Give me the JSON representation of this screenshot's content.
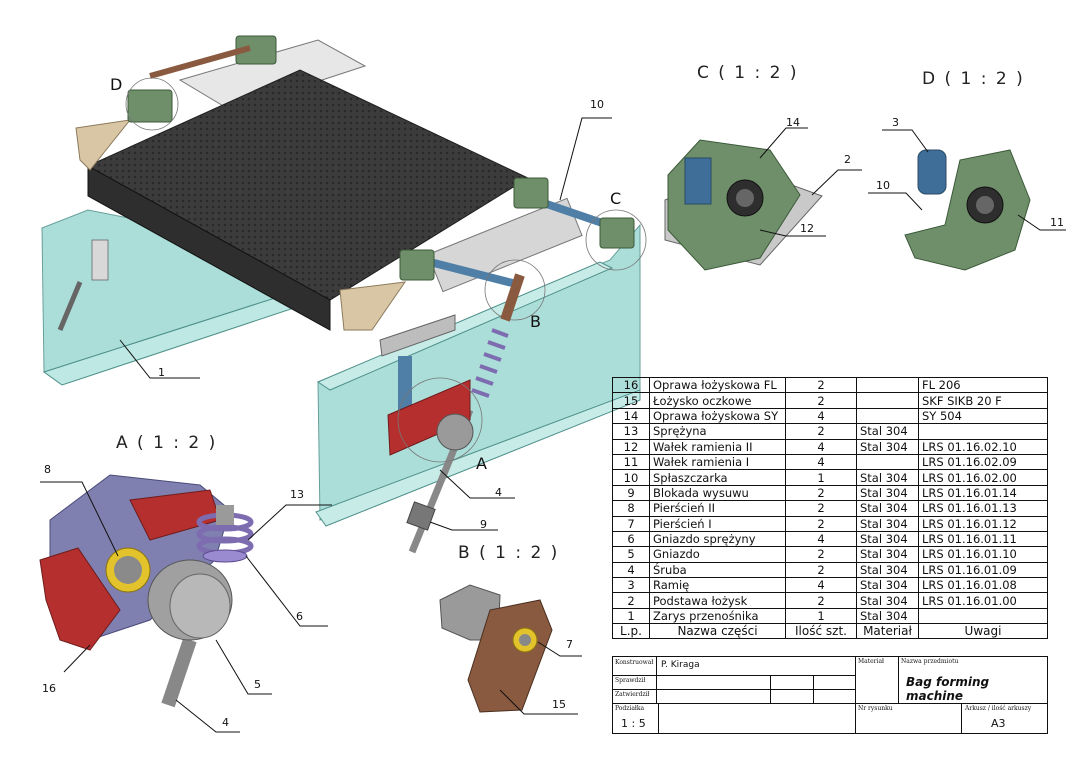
{
  "views": {
    "a": "A ( 1 : 2 )",
    "b": "B ( 1 : 2 )",
    "c": "C ( 1 : 2 )",
    "d": "D ( 1 : 2 )"
  },
  "view_markers": {
    "a": "A",
    "b": "B",
    "c": "C",
    "d": "D"
  },
  "callouts": {
    "main_1": "1",
    "main_10": "10",
    "main_4": "4",
    "main_9": "9",
    "a_8": "8",
    "a_13": "13",
    "a_6": "6",
    "a_5": "5",
    "a_16": "16",
    "a_4": "4",
    "b_7": "7",
    "b_15": "15",
    "c_14": "14",
    "c_2": "2",
    "c_12": "12",
    "d_3": "3",
    "d_10": "10",
    "d_11": "11"
  },
  "bom": {
    "headers": [
      "L.p.",
      "Nazwa części",
      "Ilość szt.",
      "Materiał",
      "Uwagi"
    ],
    "rows": [
      [
        "16",
        "Oprawa łożyskowa FL",
        "2",
        "",
        "FL 206"
      ],
      [
        "15",
        "Łożysko oczkowe",
        "2",
        "",
        "SKF SIKB 20 F"
      ],
      [
        "14",
        "Oprawa łożyskowa SY",
        "4",
        "",
        "SY 504"
      ],
      [
        "13",
        "Sprężyna",
        "2",
        "Stal 304",
        ""
      ],
      [
        "12",
        "Wałek ramienia II",
        "4",
        "Stal 304",
        "LRS 01.16.02.10"
      ],
      [
        "11",
        "Wałek ramienia I",
        "4",
        "",
        "LRS 01.16.02.09"
      ],
      [
        "10",
        "Spłaszczarka",
        "1",
        "Stal 304",
        "LRS 01.16.02.00"
      ],
      [
        "9",
        "Blokada wysuwu",
        "2",
        "Stal 304",
        "LRS 01.16.01.14"
      ],
      [
        "8",
        "Pierścień II",
        "2",
        "Stal 304",
        "LRS 01.16.01.13"
      ],
      [
        "7",
        "Pierścień I",
        "2",
        "Stal 304",
        "LRS 01.16.01.12"
      ],
      [
        "6",
        "Gniazdo sprężyny",
        "4",
        "Stal 304",
        "LRS 01.16.01.11"
      ],
      [
        "5",
        "Gniazdo",
        "2",
        "Stal 304",
        "LRS 01.16.01.10"
      ],
      [
        "4",
        "Śruba",
        "2",
        "Stal 304",
        "LRS 01.16.01.09"
      ],
      [
        "3",
        "Ramię",
        "4",
        "Stal 304",
        "LRS 01.16.01.08"
      ],
      [
        "2",
        "Podstawa łożysk",
        "2",
        "Stal 304",
        "LRS 01.16.01.00"
      ],
      [
        "1",
        "Zarys przenośnika",
        "1",
        "Stal 304",
        ""
      ]
    ]
  },
  "title_block": {
    "designer_label": "Konstruował",
    "designer": "P. Kiraga",
    "checked_label": "Sprawdził",
    "approved_label": "Zatwierdził",
    "material_label": "Materiał",
    "product_label": "Nazwa przedmiotu",
    "product_name": "Bag forming machine",
    "scale_label": "Podziałka",
    "scale": "1 : 5",
    "drawing_no_label": "Nr rysunku",
    "sheet_label": "Arkusz / ilość arkuszy",
    "sheet_size": "A3"
  },
  "colors": {
    "belt": "#3a3a3a",
    "frame": "#8fd6cf",
    "bearing_green": "#6f8f6a",
    "arm_blue": "#4f7fa6",
    "red_plate": "#b52f2f",
    "spring_purple": "#7d6cb0",
    "rod_end": "#8a5a40"
  }
}
